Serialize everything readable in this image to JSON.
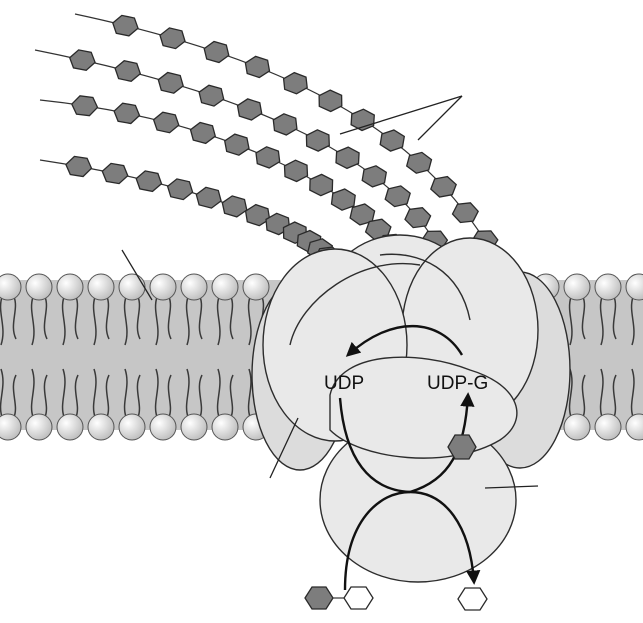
{
  "labels": {
    "udp": "UDP",
    "udp_g": "UDP-G"
  },
  "colors": {
    "glucose_fill": "#7d7d7d",
    "membrane_band": "#c4c4c4",
    "lipid_head": "#e2e2e2",
    "enzyme_fill": "#e9e9e9"
  },
  "icons": {
    "glucose": "dark-hexagon",
    "fructose": "white-hexagon"
  }
}
